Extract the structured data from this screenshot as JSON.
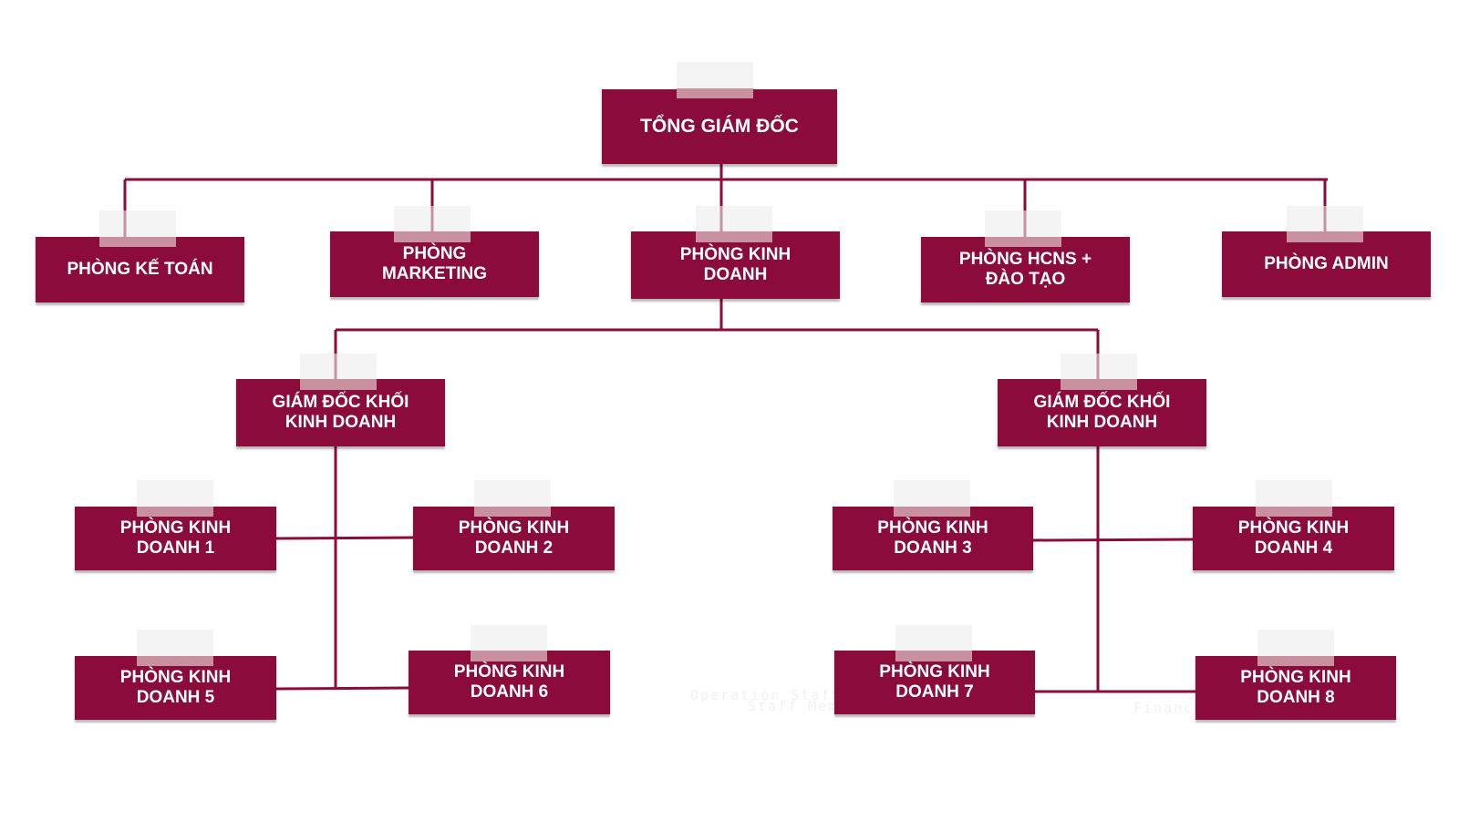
{
  "colors": {
    "node_fill": "#8b0b3a",
    "connector": "#8b0b3a",
    "tape_light": "#ececec",
    "tape_pink": "#c9909f",
    "background": "#ffffff"
  },
  "chart": {
    "ceo": {
      "label": "TỔNG GIÁM ĐỐC"
    },
    "departments": [
      {
        "label": "PHÒNG KẾ TOÁN"
      },
      {
        "label": "PHÒNG\nMARKETING"
      },
      {
        "label": "PHÒNG KINH\nDOANH"
      },
      {
        "label": "PHÒNG HCNS +\nĐÀO TẠO"
      },
      {
        "label": "PHÒNG ADMIN"
      }
    ],
    "directors": [
      {
        "label": "GIÁM ĐỐC KHỐI\nKINH DOANH"
      },
      {
        "label": "GIÁM ĐỐC KHỐI\nKINH DOANH"
      }
    ],
    "sales_units": [
      {
        "label": "PHÒNG KINH\nDOANH 1"
      },
      {
        "label": "PHÒNG KINH\nDOANH 2"
      },
      {
        "label": "PHÒNG KINH\nDOANH 3"
      },
      {
        "label": "PHÒNG KINH\nDOANH 4"
      },
      {
        "label": "PHÒNG KINH\nDOANH 5"
      },
      {
        "label": "PHÒNG KINH\nDOANH 6"
      },
      {
        "label": "PHÒNG KINH\nDOANH 7"
      },
      {
        "label": "PHÒNG KINH\nDOANH 8"
      }
    ]
  },
  "faint_text": [
    "Operation Staff",
    "Staff Member",
    "Finance"
  ]
}
